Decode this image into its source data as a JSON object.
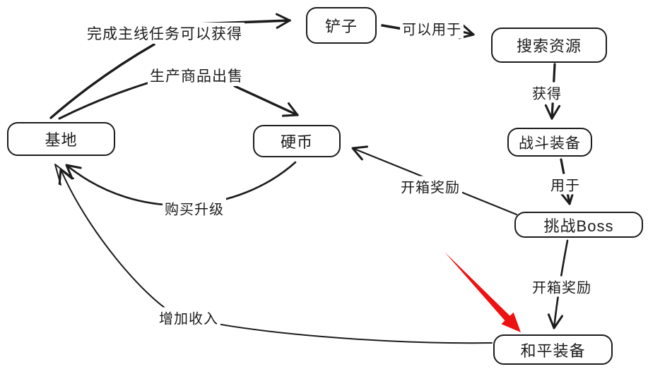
{
  "diagram": {
    "nodes": [
      {
        "id": "base",
        "label": "基地"
      },
      {
        "id": "shovel",
        "label": "铲子"
      },
      {
        "id": "search-resources",
        "label": "搜索资源"
      },
      {
        "id": "coin",
        "label": "硬币"
      },
      {
        "id": "combat-gear",
        "label": "战斗装备"
      },
      {
        "id": "challenge-boss",
        "label": "挑战Boss"
      },
      {
        "id": "peace-gear",
        "label": "和平装备"
      }
    ],
    "edges": [
      {
        "from": "基地",
        "to": "铲子",
        "label": "完成主线任务可以获得"
      },
      {
        "from": "铲子",
        "to": "搜索资源",
        "label": "可以用于"
      },
      {
        "from": "基地",
        "to": "硬币",
        "label": "生产商品出售"
      },
      {
        "from": "搜索资源",
        "to": "战斗装备",
        "label": "获得"
      },
      {
        "from": "战斗装备",
        "to": "挑战Boss",
        "label": "用于"
      },
      {
        "from": "挑战Boss",
        "to": "硬币",
        "label": "开箱奖励"
      },
      {
        "from": "硬币",
        "to": "基地",
        "label": "购买升级"
      },
      {
        "from": "挑战Boss",
        "to": "和平装备",
        "label": "开箱奖励"
      },
      {
        "from": "和平装备",
        "to": "基地",
        "label": "增加收入"
      }
    ],
    "colors": {
      "stroke": "#1c1c1c",
      "node_fill": "#ffffff",
      "red_arrow": "#ee1111"
    }
  }
}
